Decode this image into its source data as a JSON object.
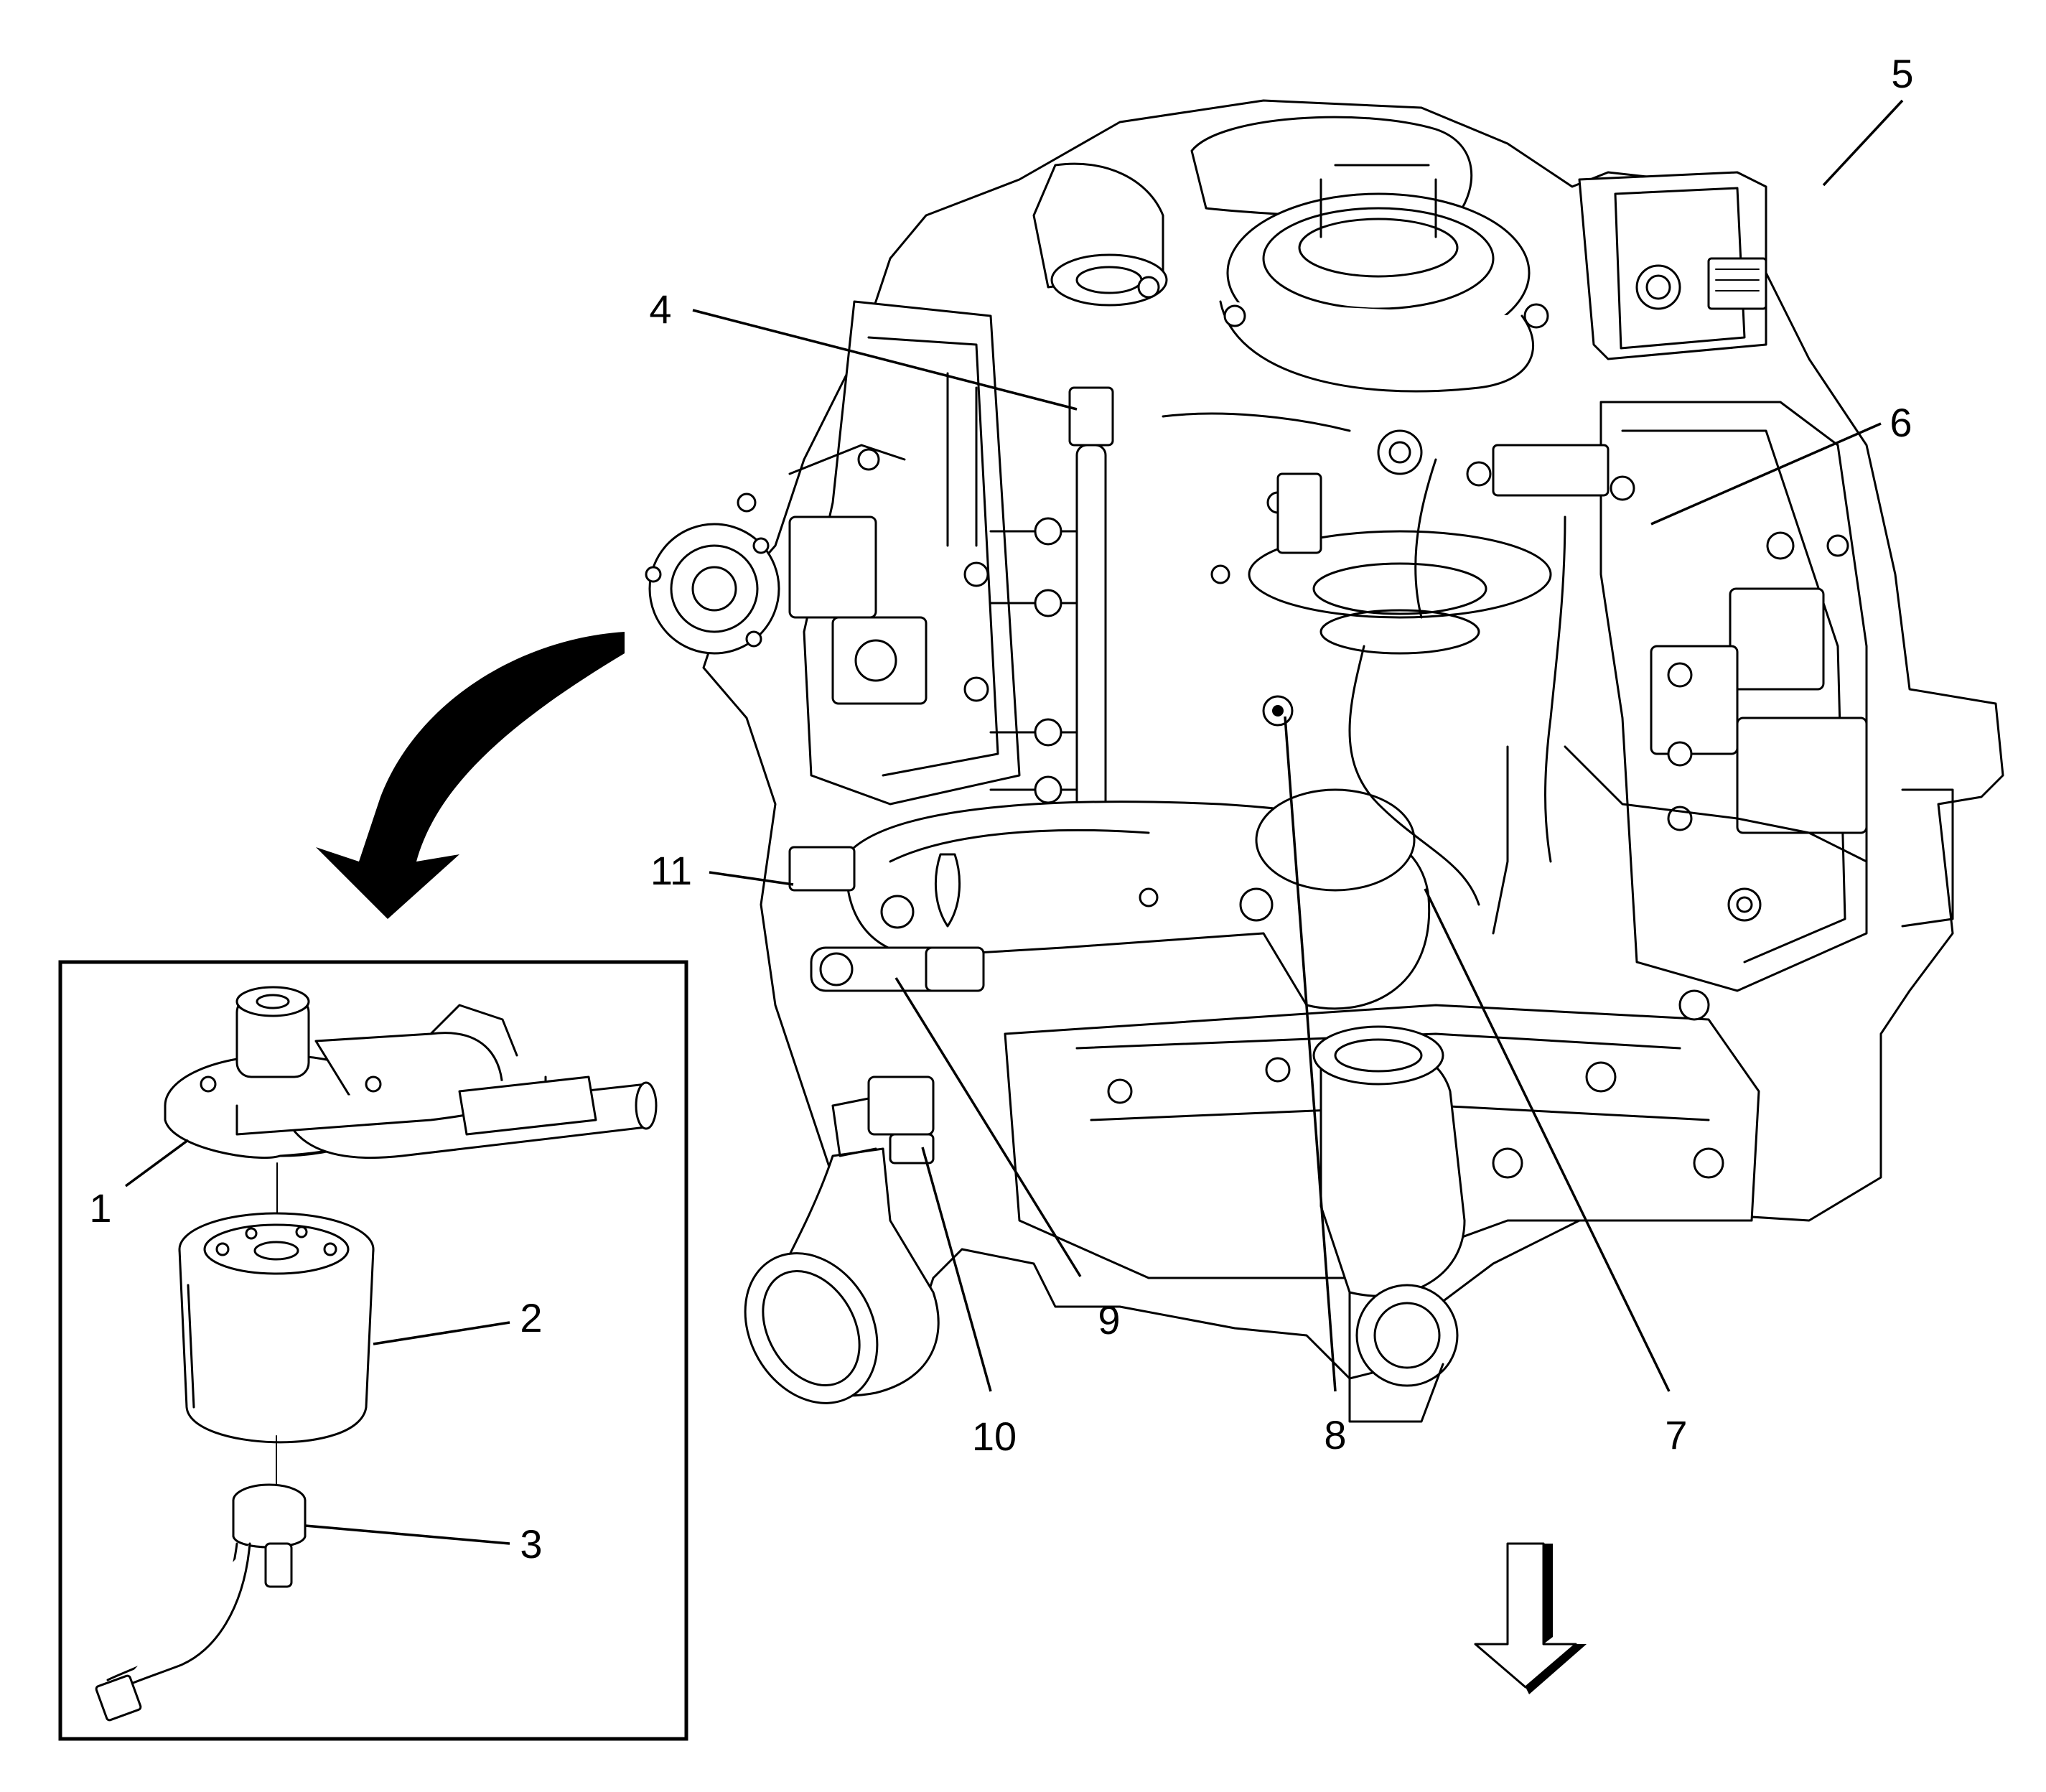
{
  "callouts": [
    {
      "id": "1",
      "text": "1"
    },
    {
      "id": "2",
      "text": "2"
    },
    {
      "id": "3",
      "text": "3"
    },
    {
      "id": "4",
      "text": "4"
    },
    {
      "id": "5",
      "text": "5"
    },
    {
      "id": "6",
      "text": "6"
    },
    {
      "id": "7",
      "text": "7"
    },
    {
      "id": "8",
      "text": "8"
    },
    {
      "id": "9",
      "text": "9"
    },
    {
      "id": "10",
      "text": "10"
    },
    {
      "id": "11",
      "text": "11"
    }
  ],
  "icons": {
    "detail_arrow": "curved-arrow-icon",
    "direction_arrow": "down-arrow-icon"
  },
  "colors": {
    "line": "#000000",
    "background": "#ffffff"
  }
}
